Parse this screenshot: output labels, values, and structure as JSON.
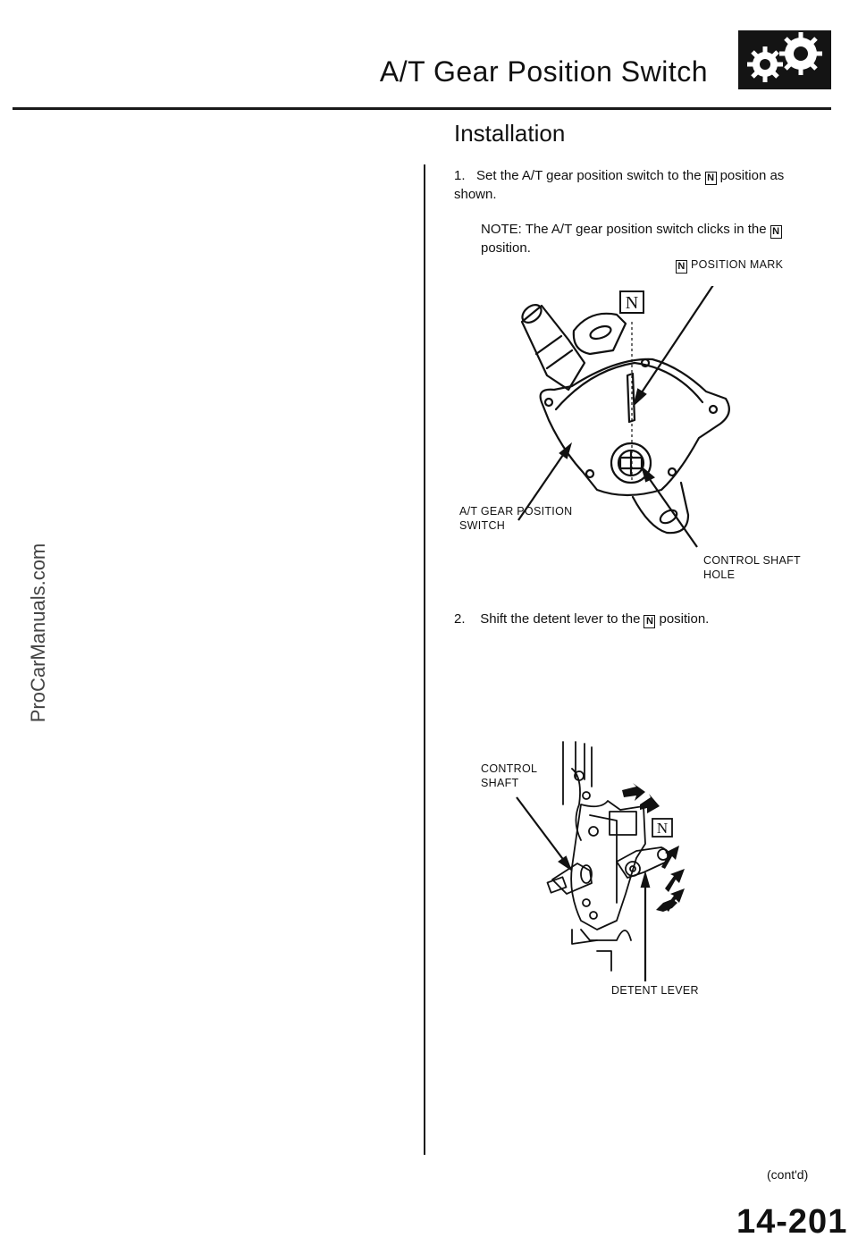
{
  "header": {
    "title": "A/T Gear Position Switch",
    "section_title": "Installation",
    "icon": "gears-icon"
  },
  "steps": [
    {
      "number": "1.",
      "text_before": "Set the A/T gear position switch to the",
      "symbol": "N",
      "text_after": "position as shown.",
      "note_before": "NOTE: The A/T gear position switch clicks in the",
      "note_symbol": "N",
      "note_after": "position."
    },
    {
      "number": "2.",
      "text_before": "Shift the detent lever to the",
      "symbol": "N",
      "text_after": "position."
    }
  ],
  "figure1": {
    "position_mark_symbol": "N",
    "position_mark_label": "POSITION MARK",
    "switch_label_line1": "A/T GEAR POSITION",
    "switch_label_line2": "SWITCH",
    "shaft_hole_line1": "CONTROL SHAFT",
    "shaft_hole_line2": "HOLE",
    "diagram_symbol": "N"
  },
  "figure2": {
    "control_shaft_line1": "CONTROL",
    "control_shaft_line2": "SHAFT",
    "detent_lever_label": "DETENT LEVER",
    "diagram_symbol": "N"
  },
  "footer": {
    "contd": "(cont'd)",
    "page_number": "14-201",
    "watermark": "ProCarManuals.com"
  }
}
